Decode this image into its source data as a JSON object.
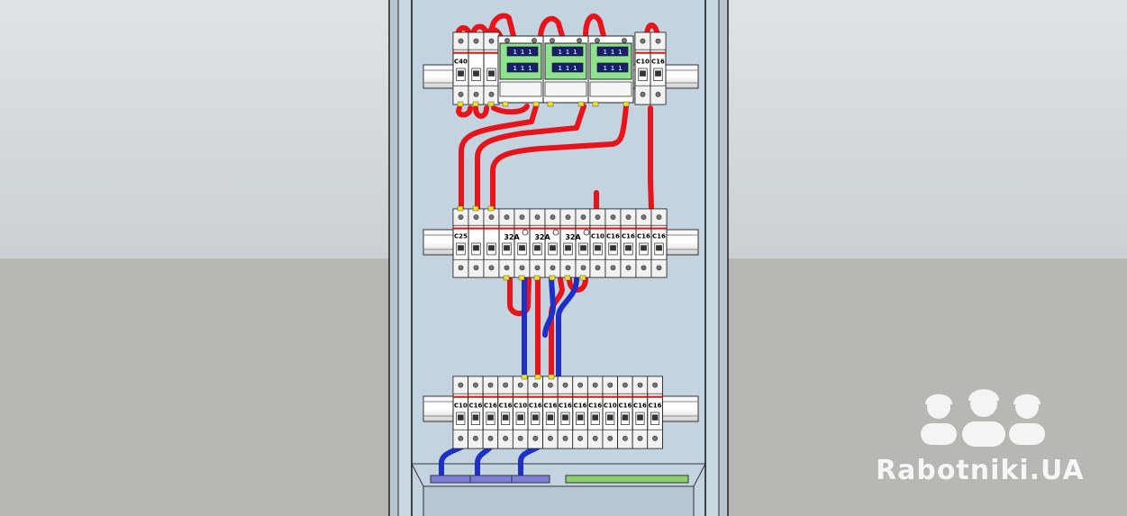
{
  "diagram": {
    "row1": {
      "main_breaker_label": "C40",
      "meters": [
        {
          "display_top": "1 1 1",
          "display_bottom": "1 1 1"
        },
        {
          "display_top": "1 1 1",
          "display_bottom": "1 1 1"
        },
        {
          "display_top": "1 1 1",
          "display_bottom": "1 1 1"
        }
      ],
      "small_breakers": [
        "C10",
        "C16"
      ]
    },
    "row2": {
      "main_breaker_label": "C25",
      "rcd_labels": [
        "32A",
        "32A",
        "32A"
      ],
      "small_breakers": [
        "C10",
        "C16",
        "C16",
        "C16",
        "C16"
      ]
    },
    "row3": {
      "breakers": [
        "C10",
        "C16",
        "C16",
        "C16",
        "C10",
        "C16",
        "C16",
        "C16",
        "C16",
        "C16",
        "C10",
        "C16",
        "C16",
        "C16"
      ]
    }
  },
  "watermark": {
    "text": "Rabotniki.UA"
  },
  "colors": {
    "phase_wire": "#e8141c",
    "neutral_wire": "#1e2fc8",
    "meter_body": "#8fe28f",
    "neutral_bus": "#7c7fd8",
    "pe_bus": "#8ccf6c",
    "enclosure_back": "#c5d6e2"
  }
}
